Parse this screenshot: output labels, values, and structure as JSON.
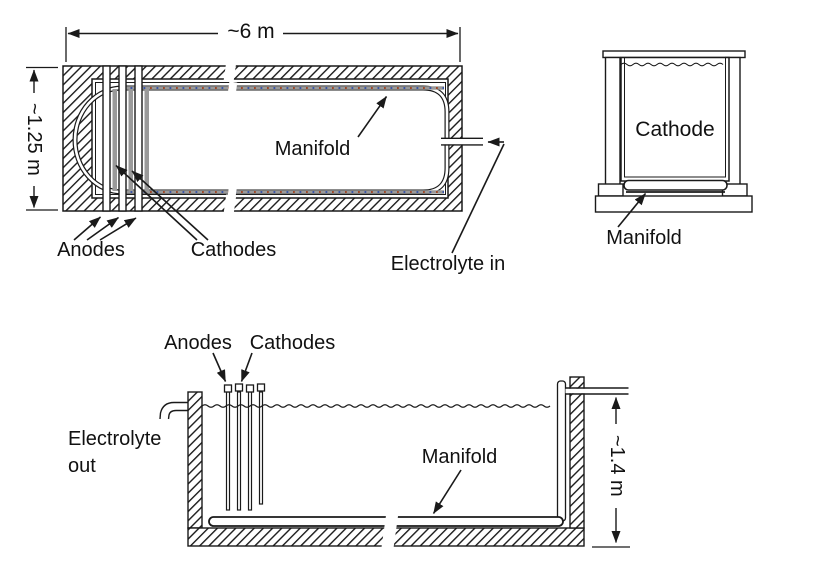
{
  "diagram": {
    "title_hint": "electrowinning-tank-schematic",
    "plan_view": {
      "dim_length": "~6 m",
      "dim_width": "~1.25 m",
      "label_anodes": "Anodes",
      "label_cathodes": "Cathodes",
      "label_manifold": "Manifold",
      "label_electrolyte_in": "Electrolyte in"
    },
    "end_view": {
      "label_cathode": "Cathode",
      "label_manifold": "Manifold"
    },
    "side_view": {
      "label_anodes": "Anodes",
      "label_cathodes": "Cathodes",
      "label_electrolyte_out": "Electrolyte out",
      "label_manifold": "Manifold",
      "dim_depth": "~1.4 m"
    },
    "colors": {
      "line": "#1a1a1a",
      "pipe_gray": "#9a9a9a",
      "dot_red": "#a04828",
      "dot_blue": "#3a55a8"
    }
  }
}
